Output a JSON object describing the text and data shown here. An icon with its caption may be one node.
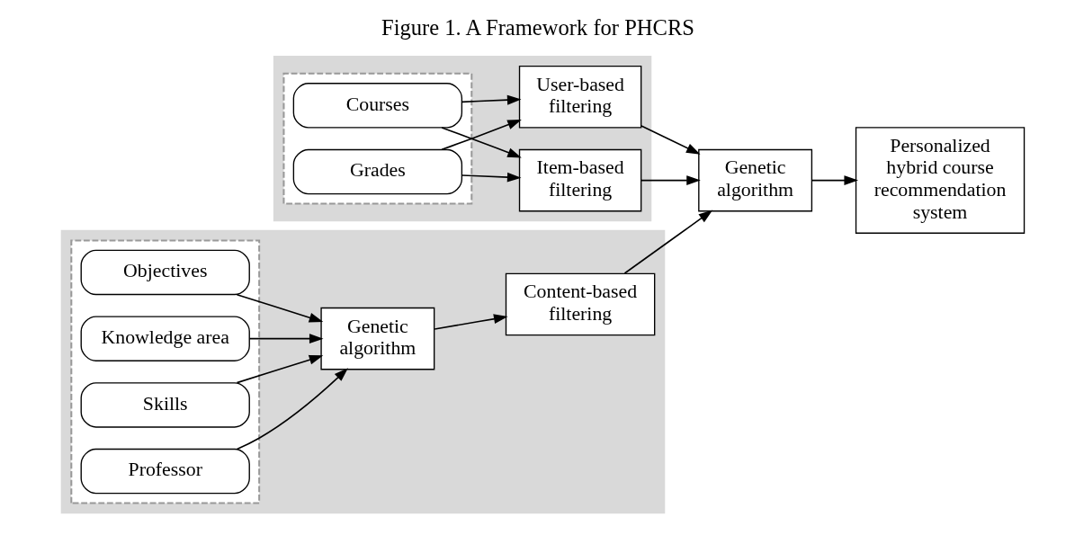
{
  "diagram": {
    "title": "Figure 1. A Framework for PHCRS",
    "nodes": [
      {
        "text": [],
        "shape": "box"
      },
      {
        "text": [],
        "shape": "box",
        "in": 0
      },
      {
        "text": [
          "Courses"
        ],
        "in": 1
      },
      {
        "text": [
          "Grades"
        ],
        "in": 1
      },
      {
        "text": [
          "Item-based filtering"
        ],
        "in": 0
      },
      {
        "text": [
          "User-based filtering"
        ],
        "in": 0
      },
      {
        "text": [],
        "shape": "box"
      },
      {
        "text": [],
        "shape": "box",
        "in": 6
      },
      {
        "text": [
          "Objectives"
        ],
        "in": 7
      },
      {
        "text": [
          "Knowledge area"
        ],
        "in": 7
      },
      {
        "text": [
          "Skills"
        ],
        "in": 7
      },
      {
        "text": [
          "Professor"
        ],
        "in": 7
      },
      {
        "text": [
          "Genetic algorithm"
        ],
        "in": 6
      },
      {
        "text": [
          "Content-based filtering"
        ],
        "in": 6
      },
      {
        "text": [
          "Genetic algorithm"
        ]
      },
      {
        "text": [
          "Personalized hybrid course recommendation system"
        ]
      }
    ],
    "edges": [
      {
        "from": 2,
        "to": 4,
        "arrow": "to"
      },
      {
        "from": 2,
        "to": 5,
        "arrow": "to"
      },
      {
        "from": 3,
        "to": 4,
        "arrow": "to"
      },
      {
        "from": 3,
        "to": 5,
        "arrow": "to"
      },
      {
        "from": 8,
        "to": 12,
        "arrow": "to"
      },
      {
        "from": 9,
        "to": 12,
        "arrow": "to"
      },
      {
        "from": 10,
        "to": 12,
        "arrow": "to"
      },
      {
        "from": 11,
        "to": 12,
        "arrow": "to"
      },
      {
        "from": 12,
        "to": 13,
        "arrow": "to"
      },
      {
        "from": 4,
        "to": 14,
        "arrow": "to"
      },
      {
        "from": 5,
        "to": 14,
        "arrow": "to"
      },
      {
        "from": 13,
        "to": 14,
        "arrow": "to"
      },
      {
        "from": 14,
        "to": 15,
        "arrow": "to"
      }
    ]
  }
}
